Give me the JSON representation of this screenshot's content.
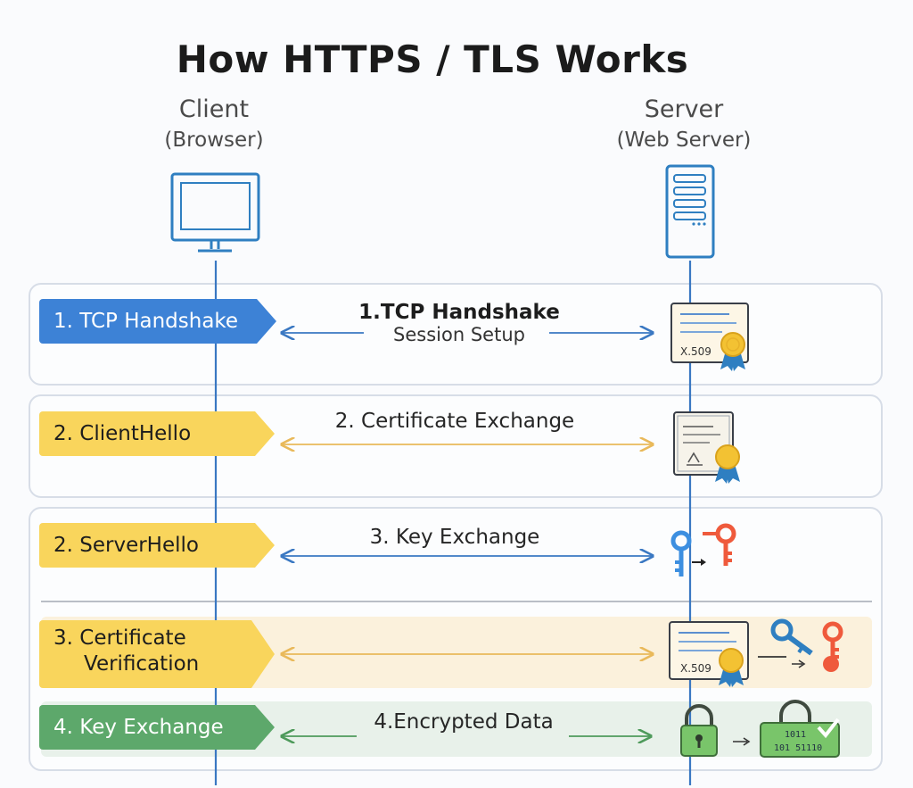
{
  "title": "How HTTPS / TLS Works",
  "client": {
    "name": "Client",
    "subtitle": "(Browser)"
  },
  "server": {
    "name": "Server",
    "subtitle": "(Web Server)"
  },
  "colors": {
    "blue": "#3d82d6",
    "yellow": "#f9d55c",
    "green": "#5da86b",
    "line": "#3a78c2",
    "arrow_yellow": "#e9b95a",
    "arrow_green": "#4e9a5b"
  },
  "steps": [
    {
      "tag": "1. TCP Handshake",
      "message": "1.TCP Handshake",
      "message_sub": "Session Setup",
      "icon": "certificate-icon",
      "cert_text": "X.509"
    },
    {
      "tag": "2. ClientHello",
      "message": "2. Certificate Exchange",
      "icon": "certificate-icon"
    },
    {
      "tag": "2. ServerHello",
      "message": "3. Key Exchange",
      "icon": "key-pair-icon"
    },
    {
      "tag_line1": "3. Certificate",
      "tag_line2": "Verification",
      "icon": "certificate-key-icon",
      "cert_text": "X.509"
    },
    {
      "tag": "4. Key Exchange",
      "message": "4.Encrypted Data",
      "icon": "padlock-icon",
      "lock_line1": "1011",
      "lock_line2": "101 51110"
    }
  ]
}
